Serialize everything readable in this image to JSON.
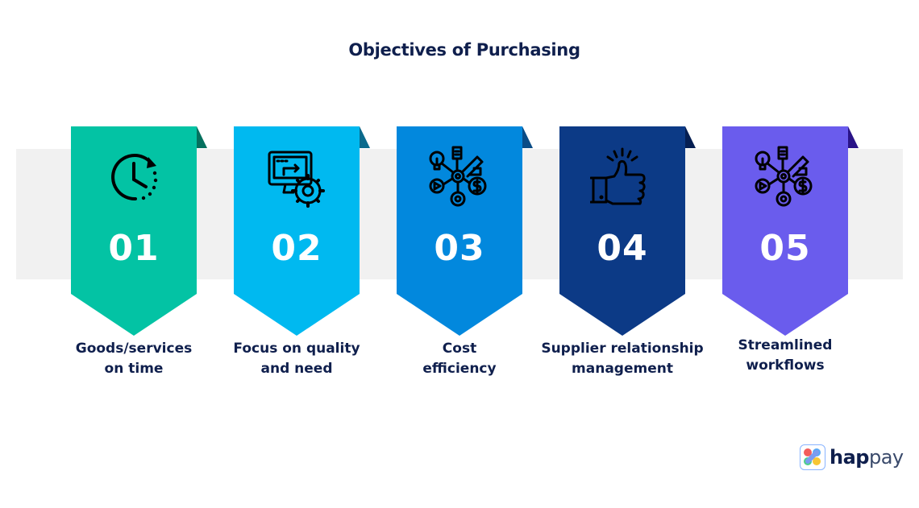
{
  "title": "Objectives of Purchasing",
  "items": [
    {
      "number": "01",
      "label_line1": "Goods/services",
      "label_line2": "on time",
      "icon": "clock-arrow-icon",
      "color": "#03c3a4",
      "fold_color": "#05705e"
    },
    {
      "number": "02",
      "label_line1": "Focus on quality",
      "label_line2": "and need",
      "icon": "monitor-gear-icon",
      "color": "#00b9f0",
      "fold_color": "#0b6a8c"
    },
    {
      "number": "03",
      "label_line1": "Cost",
      "label_line2": "efficiency",
      "icon": "network-hub-icon",
      "color": "#0288dd",
      "fold_color": "#0a4c86"
    },
    {
      "number": "04",
      "label_line1": "Supplier relationship",
      "label_line2": "management",
      "icon": "thumbs-up-icon",
      "color": "#0c3a86",
      "fold_color": "#061f52"
    },
    {
      "number": "05",
      "label_line1": "Streamlined",
      "label_line2": "workflows",
      "icon": "network-hub-icon",
      "color": "#6a5ced",
      "fold_color": "#2a1488"
    }
  ],
  "logo": {
    "text_bold": "hap",
    "text_light": "pay"
  }
}
